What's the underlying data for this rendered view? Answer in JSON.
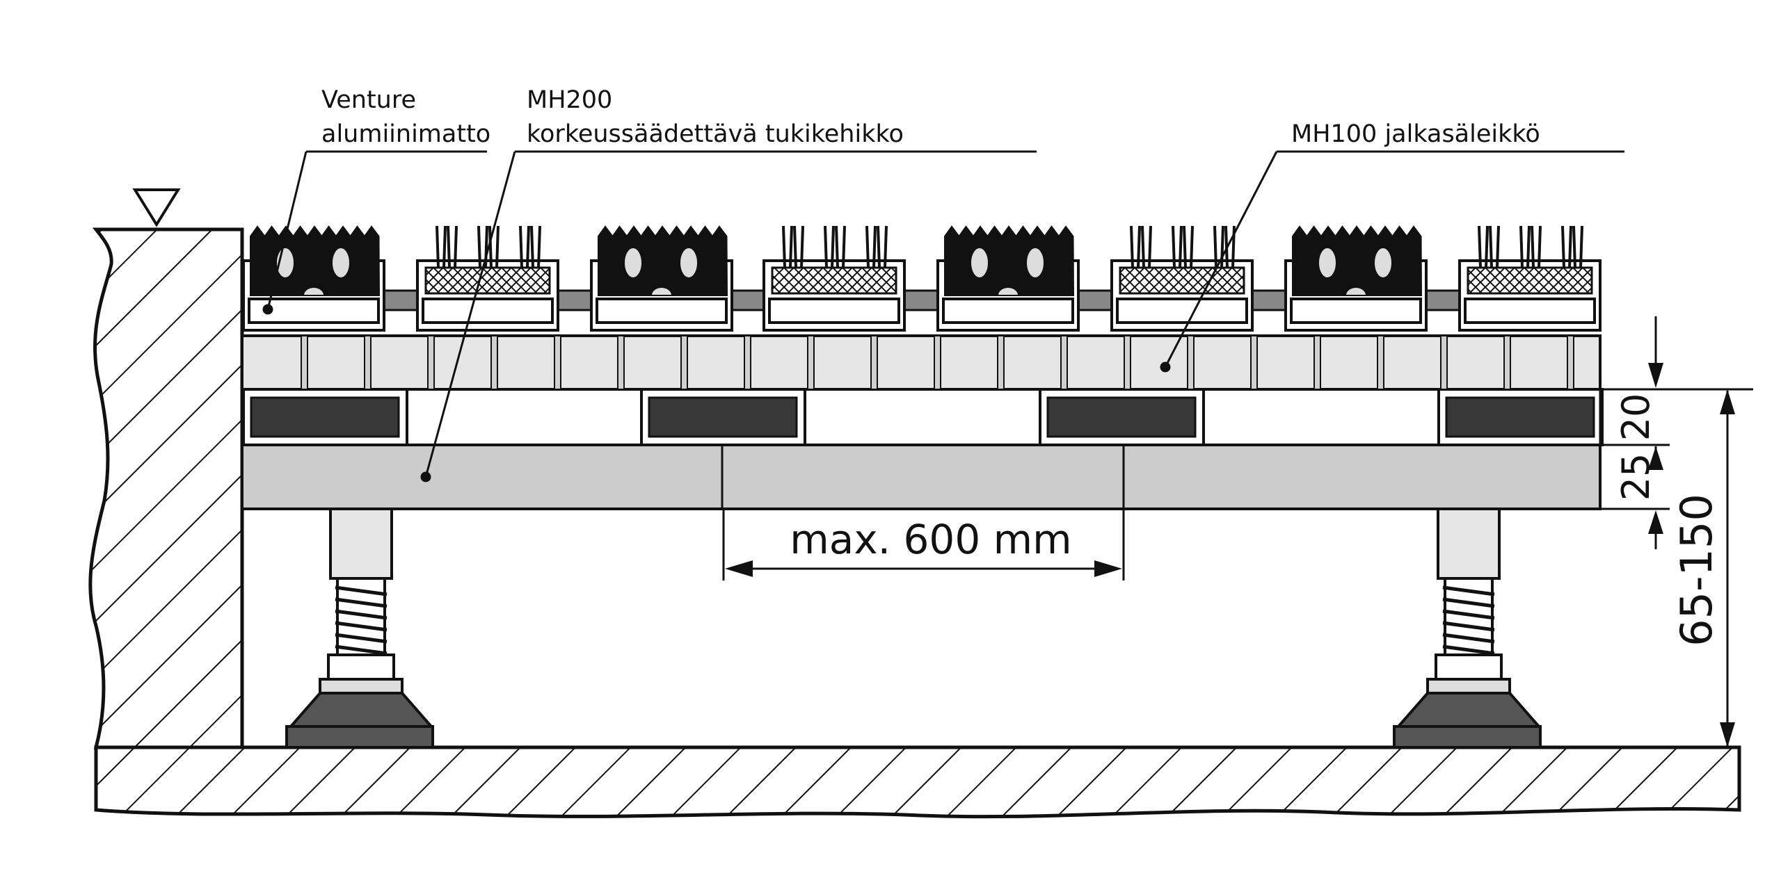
{
  "labels": {
    "venture_line1": "Venture",
    "venture_line2": "alumiinimatto",
    "mh200_line1": "MH200",
    "mh200_line2": "korkeussäädettävä tukikehikko",
    "mh100": "MH100 jalkasäleikkö"
  },
  "dimensions": {
    "span": "max. 600 mm",
    "grating_height": "20",
    "frame_height": "25",
    "total_height": "65-150"
  },
  "colors": {
    "line": "#111111",
    "mat_dark": "#111111",
    "plate_dark": "#383838",
    "grating_light": "#e6e6e6",
    "frame_grey": "#cccccc",
    "rail_grey": "#888888",
    "foot_dark": "#555555",
    "hatch_pattern": "#111111"
  },
  "icons": {
    "level_marker": "triangle-down-icon"
  }
}
